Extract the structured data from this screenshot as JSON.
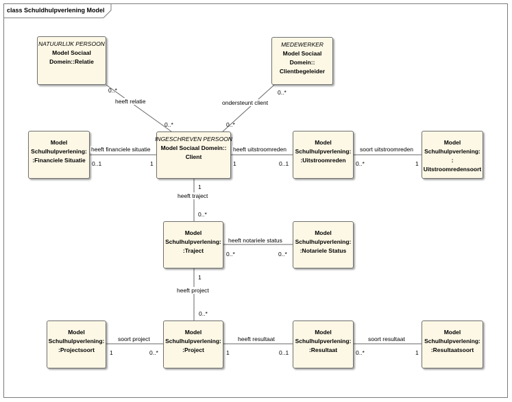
{
  "diagram": {
    "title": "class Schuldhulpverlening Model"
  },
  "classes": {
    "natuurlijk_persoon": {
      "stereotype": "NATUURLIJK PERSOON",
      "lines": [
        "Model Sociaal",
        "Domein::Relatie"
      ]
    },
    "medewerker": {
      "stereotype": "MEDEWERKER",
      "lines": [
        "Model Sociaal",
        "Domein::",
        "Clientbegeleider"
      ]
    },
    "financiele_situatie": {
      "lines": [
        "Model",
        "Schulhulpverlening:",
        ":Financiele Situatie"
      ]
    },
    "client": {
      "stereotype": "INGESCHREVEN PERSOON",
      "lines": [
        "Model Sociaal Domein::",
        "Client"
      ]
    },
    "uitstroomreden": {
      "lines": [
        "Model",
        "Schulhulpverlening:",
        ":Uitstroomreden"
      ]
    },
    "uitstroomredensoort": {
      "lines": [
        "Model",
        "Schulhulpverlening:",
        ":",
        "Uitstroomredensoort"
      ]
    },
    "traject": {
      "lines": [
        "Model",
        "Schulhulpverlening:",
        ":Traject"
      ]
    },
    "notariele_status": {
      "lines": [
        "Model",
        "Schulhulpverlening:",
        ":Notariele Status"
      ]
    },
    "projectsoort": {
      "lines": [
        "Model",
        "Schulhulpverlening:",
        ":Projectsoort"
      ]
    },
    "project": {
      "lines": [
        "Model",
        "Schulhulpverlening:",
        ":Project"
      ]
    },
    "resultaat": {
      "lines": [
        "Model",
        "Schulhulpverlening:",
        ":Resultaat"
      ]
    },
    "resultaatsoort": {
      "lines": [
        "Model",
        "Schulhulpverlening:",
        ":Resultaatsoort"
      ]
    }
  },
  "associations": {
    "heeft_relatie": {
      "label": "heeft relatie",
      "m_source": "0..*",
      "m_target": "0..*"
    },
    "ondersteunt_client": {
      "label": "ondersteunt client",
      "m_source": "0..*",
      "m_target": "0..*"
    },
    "heeft_financiele_situatie": {
      "label": "heeft financiele situatie",
      "m_source": "0..1",
      "m_target": "1"
    },
    "heeft_uitstroomreden": {
      "label": "heeft uitstroomreden",
      "m_source": "1",
      "m_target": "0..1"
    },
    "soort_uitstroomreden": {
      "label": "soort uitstroomreden",
      "m_source": "0..*",
      "m_target": "1"
    },
    "heeft_traject": {
      "label": "heeft traject",
      "m_source": "1",
      "m_target": "0..*"
    },
    "heeft_notariele_status": {
      "label": "heeft notariele status",
      "m_source": "0..*",
      "m_target": "0..*"
    },
    "heeft_project": {
      "label": "heeft project",
      "m_source": "1",
      "m_target": "0..*"
    },
    "soort_project": {
      "label": "soort project",
      "m_source": "1",
      "m_target": "0..*"
    },
    "heeft_resultaat": {
      "label": "heeft resultaat",
      "m_source": "1",
      "m_target": "0..1"
    },
    "soort_resultaat": {
      "label": "soort resultaat",
      "m_source": "0..*",
      "m_target": "1"
    }
  }
}
